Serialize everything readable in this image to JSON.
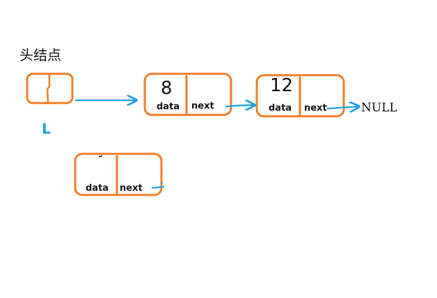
{
  "diagram": {
    "head_caption": "头结点",
    "pointer_name": "L",
    "null_text": "NULL",
    "nodes": [
      {
        "value": "8",
        "data_label": "data",
        "next_label": "next"
      },
      {
        "value": "12",
        "data_label": "data",
        "next_label": "next"
      },
      {
        "value": "",
        "data_label": "data",
        "next_label": "next"
      }
    ],
    "colors": {
      "node_border": "#f07d26",
      "arrow": "#1aa0e0",
      "text": "#111111"
    }
  }
}
